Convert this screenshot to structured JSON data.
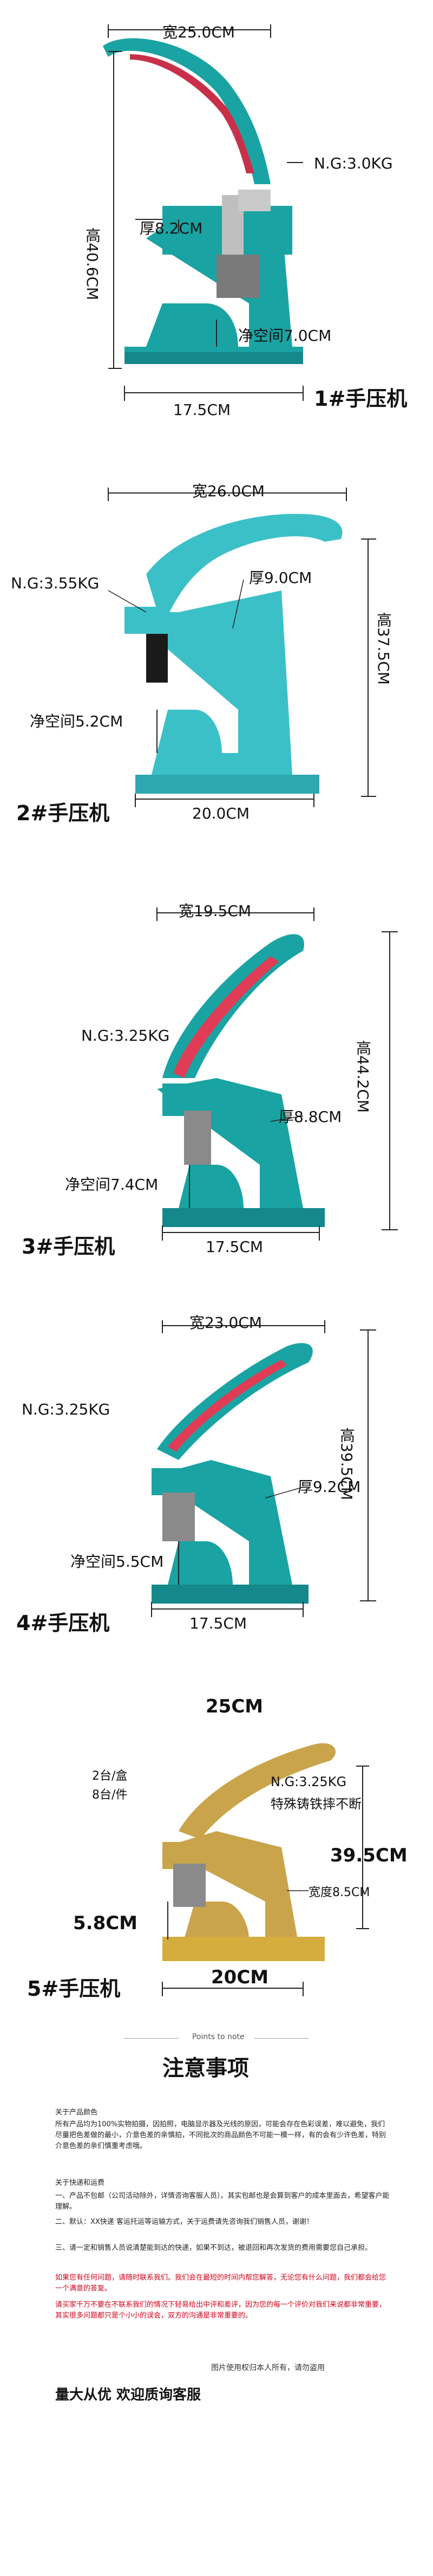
{
  "machines": [
    {
      "width": "宽25.0CM",
      "weight": "N.G:3.0KG",
      "height": "高40.6CM",
      "thickness": "厚8.2CM",
      "gap": "净空间7.0CM",
      "base": "17.5CM",
      "title": "1#手压机",
      "color": "#1aa3a3",
      "handle_color": "#c8304a"
    },
    {
      "width": "宽26.0CM",
      "weight": "N.G:3.55KG",
      "height": "高37.5CM",
      "thickness": "厚9.0CM",
      "gap": "净空间5.2CM",
      "base": "20.0CM",
      "title": "2#手压机",
      "color": "#3cc0c8"
    },
    {
      "width": "宽19.5CM",
      "weight": "N.G:3.25KG",
      "height": "高44.2CM",
      "thickness": "厚8.8CM",
      "gap": "净空间7.4CM",
      "base": "17.5CM",
      "title": "3#手压机",
      "color": "#1aa3a3",
      "handle_color": "#e03c55"
    },
    {
      "width": "宽23.0CM",
      "weight": "N.G:3.25KG",
      "height": "高39.5CM",
      "thickness": "厚9.2CM",
      "gap": "净空间5.5CM",
      "base": "17.5CM",
      "title": "4#手压机",
      "color": "#1aa3a3",
      "handle_color": "#e03c55"
    },
    {
      "width": "25CM",
      "weight": "N.G:3.25KG",
      "feature": "特殊铸铁摔不断",
      "packing_box": "2台/盒",
      "packing_case": "8台/件",
      "height": "39.5CM",
      "thickness": "宽度8.5CM",
      "gap": "5.8CM",
      "base": "20CM",
      "title": "5#手压机",
      "color": "#c9a44a"
    }
  ],
  "notes": {
    "subtitle": "Points to note",
    "heading": "注意事项",
    "color_title": "关于产品颜色",
    "color_text": "所有产品均为100%实物拍摄，因拍照，电脑显示器及光线的原因，可能会存在色彩误差，难以避免，我们尽量把色差做的最小，介意色差的亲慎拍，不同批次的商品颜色不可能一模一样，有的会有少许色差，特别介意色差的亲们慎重考虑哦。",
    "ship_title": "关于快递和运费",
    "ship_1": "一、产品不包邮（公司活动除外，详情咨询客服人员）。其实包邮也是会算到客户的成本里面去，希望客户能理解。",
    "ship_2": "二、默认：XX快递 客运托运等运输方式，关于运费请先咨询我们销售人员，谢谢！",
    "ship_3": "三、请一定和销售人员说清楚能到达的快递，如果不到达，被退回和再次发货的费用需要您自己承担。",
    "red_1": "如果您有任何问题，请随时联系我们。我们会在最短的时间内帮您解答，无论您有什么问题，我们都会给您一个满意的答复。",
    "red_2": "请买家千万不要在不联系我们的情况下轻易给出中评和差评，因为您的每一个评价对我们来说都非常重要，其实很多问题都只是个小小的误会，双方的沟通是非常重要的。",
    "copyright": "图片使用权归本人所有，请勿盗用",
    "slogan": "量大从优  欢迎质询客服"
  }
}
